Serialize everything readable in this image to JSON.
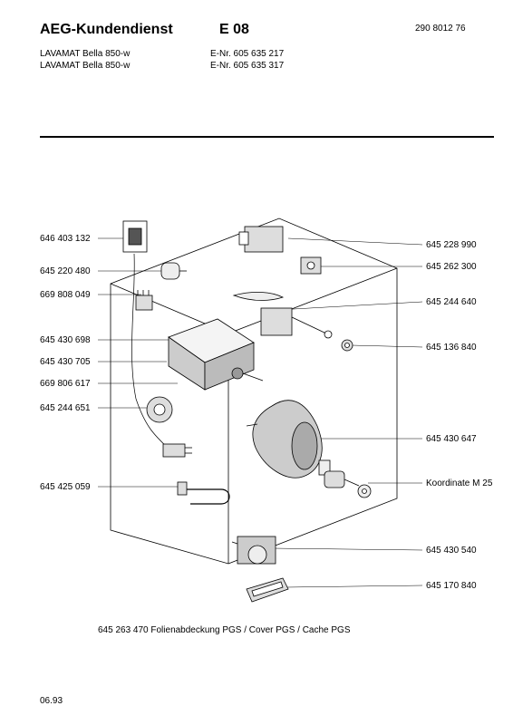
{
  "header": {
    "title": "AEG-Kundendienst",
    "code": "E 08",
    "doc_number": "290 8012 76",
    "models": [
      {
        "name": "LAVAMAT Bella 850-w",
        "enr": "E-Nr. 605 635 217"
      },
      {
        "name": "LAVAMAT Bella 850-w",
        "enr": "E-Nr. 605 635 317"
      }
    ]
  },
  "parts_left": [
    "646 403 132",
    "645 220 480",
    "669 808 049",
    "645 430 698",
    "645 430 705",
    "669 806 617",
    "645 244 651",
    "645 425 059"
  ],
  "parts_right": [
    "645 228 990",
    "645 262 300",
    "645 244 640",
    "645 136 840",
    "645 430 647",
    "Koordinate M 25",
    "645 430 540",
    "645 170 840"
  ],
  "footer": "645 263 470  Folienabdeckung PGS / Cover PGS / Cache PGS",
  "date": "06.93"
}
